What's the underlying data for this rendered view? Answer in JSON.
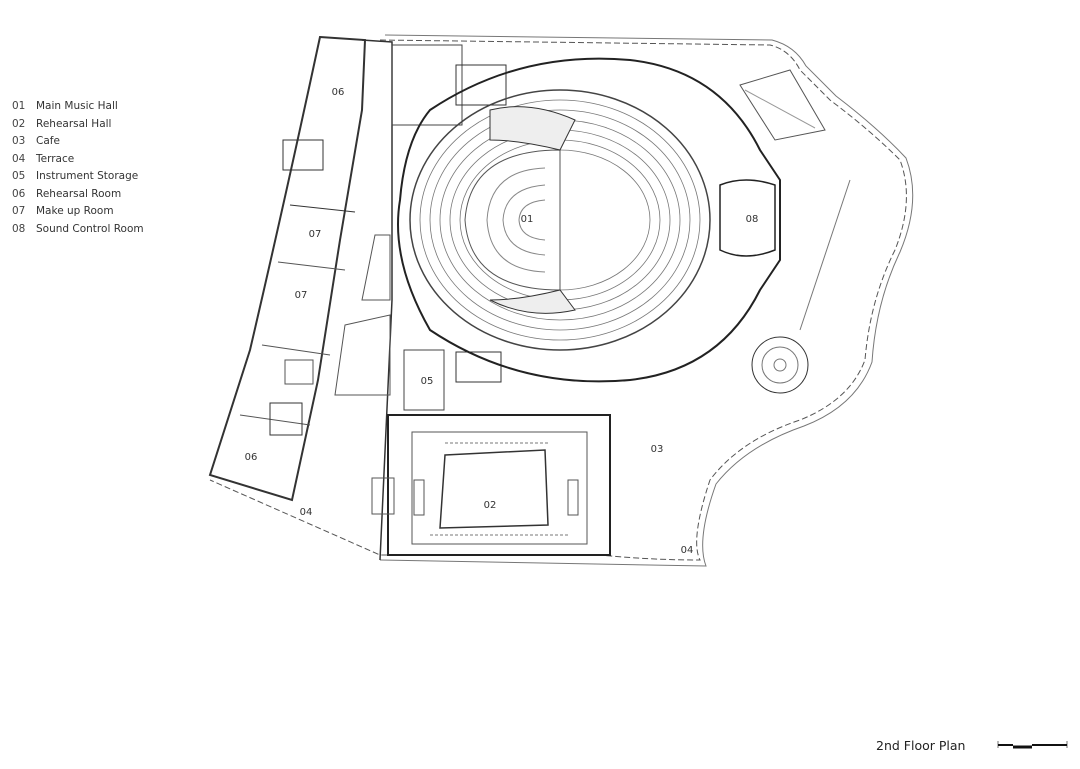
{
  "legend": [
    {
      "num": "01",
      "label": "Main Music Hall"
    },
    {
      "num": "02",
      "label": "Rehearsal Hall"
    },
    {
      "num": "03",
      "label": "Cafe"
    },
    {
      "num": "04",
      "label": "Terrace"
    },
    {
      "num": "05",
      "label": "Instrument Storage"
    },
    {
      "num": "06",
      "label": "Rehearsal Room"
    },
    {
      "num": "07",
      "label": "Make up Room"
    },
    {
      "num": "08",
      "label": "Sound Control Room"
    }
  ],
  "room_labels": {
    "main_hall": "01",
    "rehearsal_hall": "02",
    "cafe": "03",
    "terrace_west": "04",
    "terrace_south": "04",
    "instrument_storage": "05",
    "rehearsal_room_north": "06",
    "rehearsal_room_south": "06",
    "makeup_room_1": "07",
    "makeup_room_2": "07",
    "sound_control": "08"
  },
  "caption": "2nd Floor Plan"
}
